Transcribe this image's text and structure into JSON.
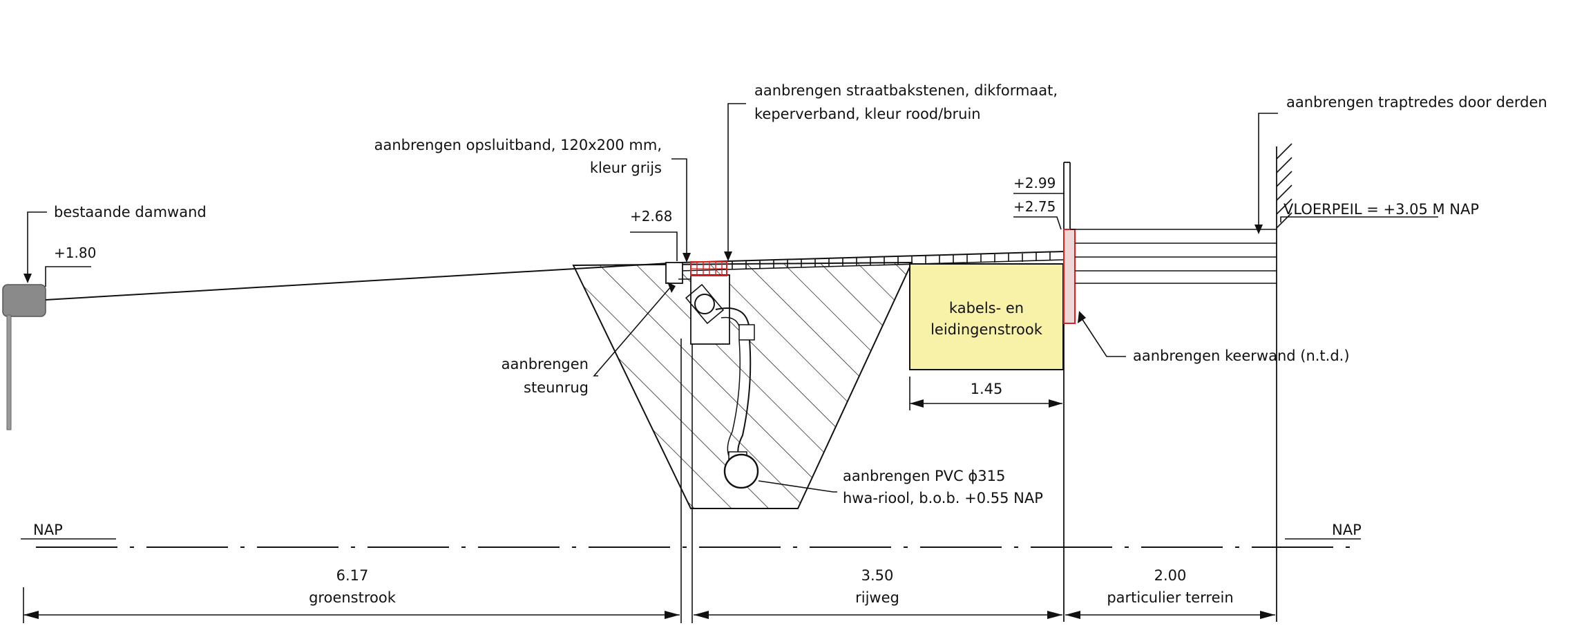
{
  "labels": {
    "existing_sheet_pile": "bestaande damwand",
    "curb_line1": "aanbrengen opsluitband, 120x200 mm,",
    "curb_line2": "kleur grijs",
    "bricks_line1": "aanbrengen straatbakstenen, dikformaat,",
    "bricks_line2": "keperverband, kleur rood/bruin",
    "steps": "aanbrengen traptredes door derden",
    "floor_level": "VLOERPEIL = +3.05 M NAP",
    "cable_strip_line1": "kabels- en",
    "cable_strip_line2": "leidingenstrook",
    "retaining_wall": "aanbrengen keerwand (n.t.d.)",
    "support_line1": "aanbrengen",
    "support_line2": "steunrug",
    "pipe_line1": "aanbrengen PVC ϕ315",
    "pipe_line2": "hwa-riool, b.o.b. +0.55 NAP",
    "nap_left": "NAP",
    "nap_right": "NAP"
  },
  "levels": {
    "damwand": "+1.80",
    "curb": "+2.68",
    "wall_top": "+2.99",
    "road_edge": "+2.75"
  },
  "dimensions": {
    "cable_strip_width": "1.45",
    "greenstrip_value": "6.17",
    "greenstrip_label": "groenstrook",
    "road_value": "3.50",
    "road_label": "rijweg",
    "private_value": "2.00",
    "private_label": "particulier terrein"
  },
  "colors": {
    "cable_strip_fill": "#f7f2a8",
    "retaining_wall_fill": "#f0d7d7",
    "accent_red": "#d62222",
    "damwand_fill": "#8a8a8a"
  }
}
